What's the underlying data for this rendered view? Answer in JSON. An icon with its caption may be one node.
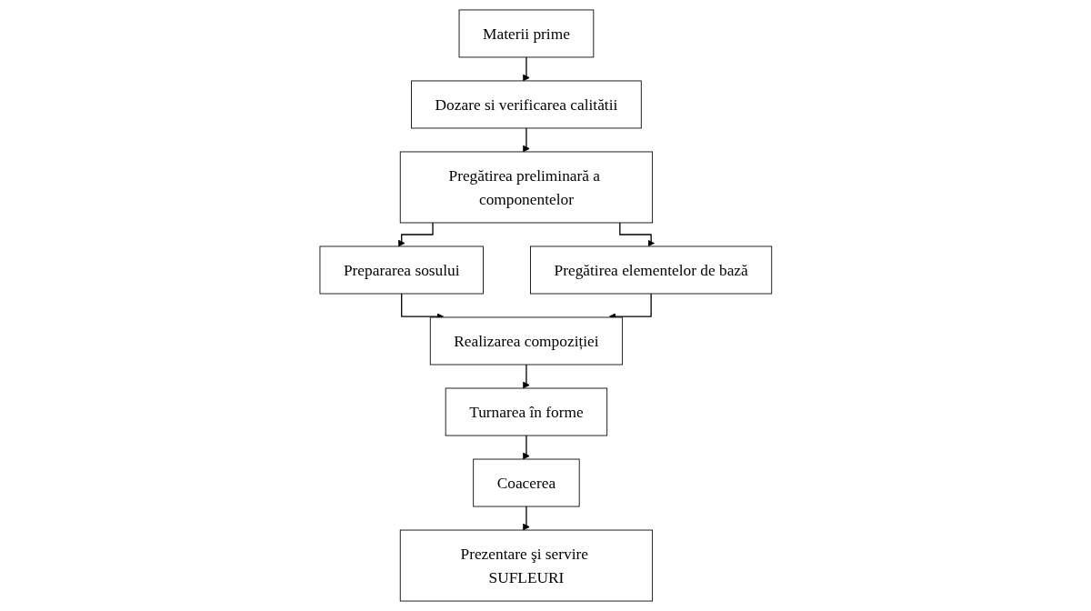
{
  "diagram": {
    "nodes": [
      {
        "text": [
          "Materii prime"
        ]
      },
      {
        "text": [
          "Dozare si verificarea calitătii"
        ]
      },
      {
        "text": [
          "Pregătirea preliminară a componentelor"
        ]
      },
      {
        "text": [
          "Prepararea sosului"
        ]
      },
      {
        "text": [
          "Pregătirea elementelor de bază"
        ]
      },
      {
        "text": [
          "Realizarea compoziției"
        ]
      },
      {
        "text": [
          "Turnarea în forme"
        ]
      },
      {
        "text": [
          "Coacerea"
        ]
      },
      {
        "text": [
          "Prezentare şi servire SUFLEURI"
        ]
      }
    ],
    "edges": [
      {
        "from": 0,
        "to": 1,
        "arrow": "to"
      },
      {
        "from": 1,
        "to": 2,
        "arrow": "to"
      },
      {
        "from": 2,
        "to": 3,
        "arrow": "to"
      },
      {
        "from": 2,
        "to": 4,
        "arrow": "to"
      },
      {
        "from": 3,
        "to": 5,
        "arrow": "to"
      },
      {
        "from": 4,
        "to": 5,
        "arrow": "to"
      },
      {
        "from": 5,
        "to": 6,
        "arrow": "to"
      },
      {
        "from": 6,
        "to": 7,
        "arrow": "to"
      },
      {
        "from": 7,
        "to": 8,
        "arrow": "to"
      }
    ]
  }
}
